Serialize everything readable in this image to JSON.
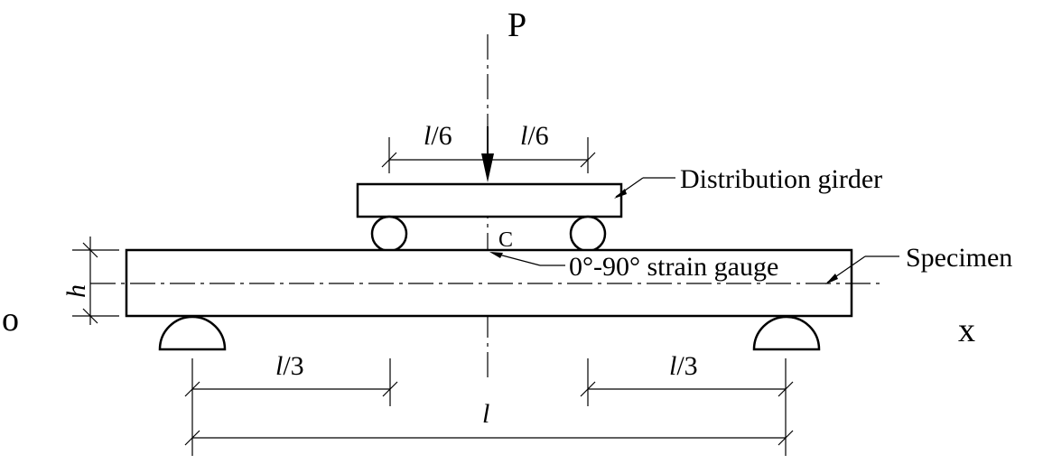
{
  "labels": {
    "load": "P",
    "origin": "o",
    "x_axis": "x",
    "height": "h",
    "point_c": "C",
    "girder": "Distribution girder",
    "specimen": "Specimen",
    "gauge": "0°-90° strain gauge",
    "half_span_left": "l/6",
    "half_span_right": "l/6",
    "third_left": "l/3",
    "third_right": "l/3",
    "span": "l"
  }
}
